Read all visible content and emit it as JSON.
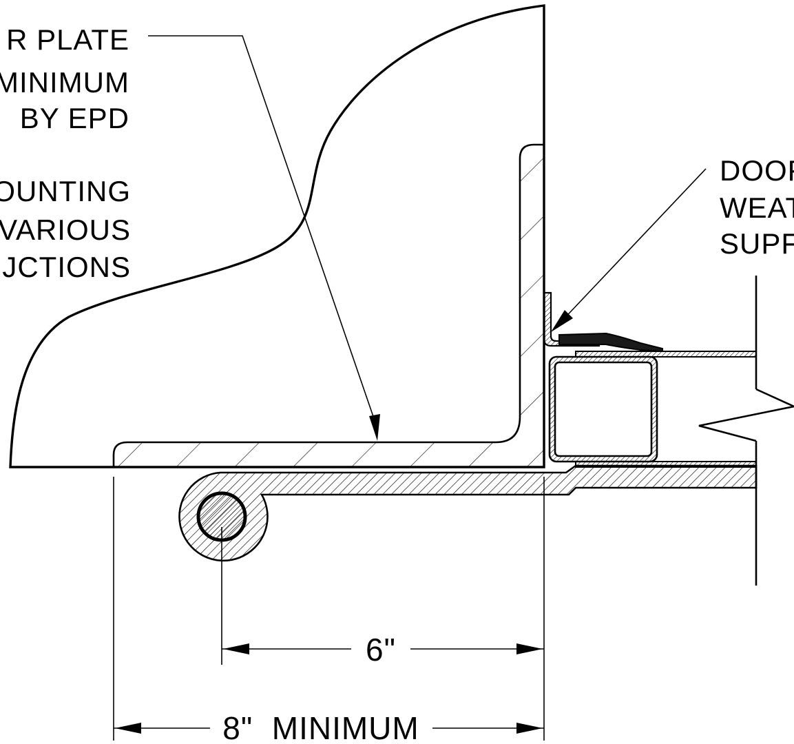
{
  "colors": {
    "ink": "#000000",
    "paper": "#ffffff"
  },
  "left_note": {
    "lines": [
      "R PLATE",
      "MINIMUM",
      "BY EPD",
      "OUNTING",
      "VARIOUS",
      "JCTIONS"
    ]
  },
  "right_note": {
    "lines": [
      "DOOF",
      "WEAT",
      "SUPF"
    ]
  },
  "dimensions": {
    "pin_to_face": "6\"",
    "overall": "8\"  MINIMUM"
  }
}
